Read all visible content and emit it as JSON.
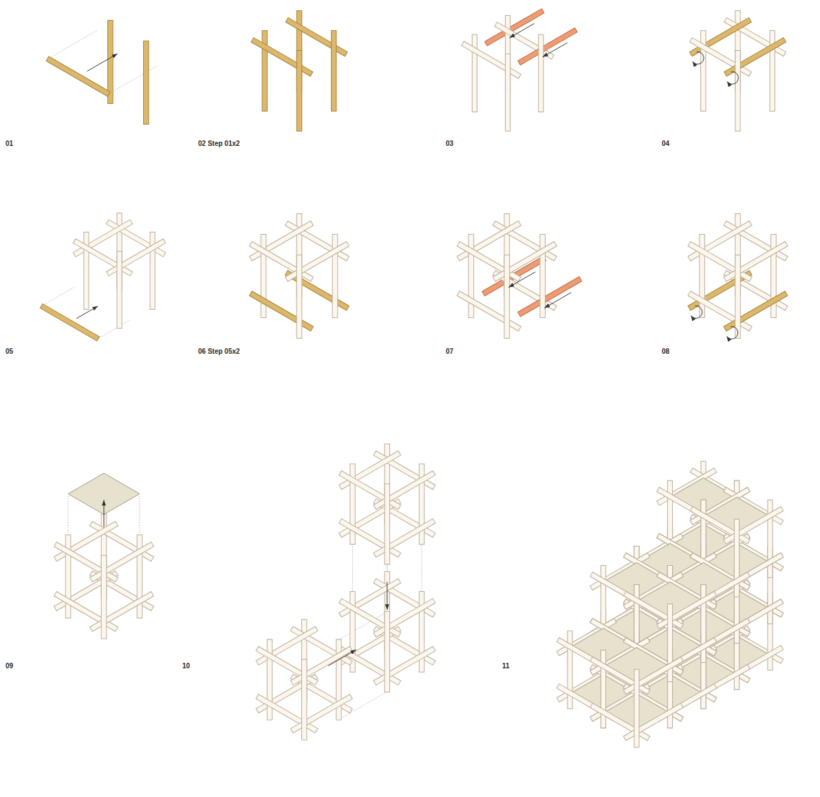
{
  "diagram": {
    "labels": [
      "01",
      "02 Step 01x2",
      "03",
      "04",
      "05",
      "06 Step 05x2",
      "07",
      "08",
      "09",
      "10",
      "11"
    ]
  }
}
